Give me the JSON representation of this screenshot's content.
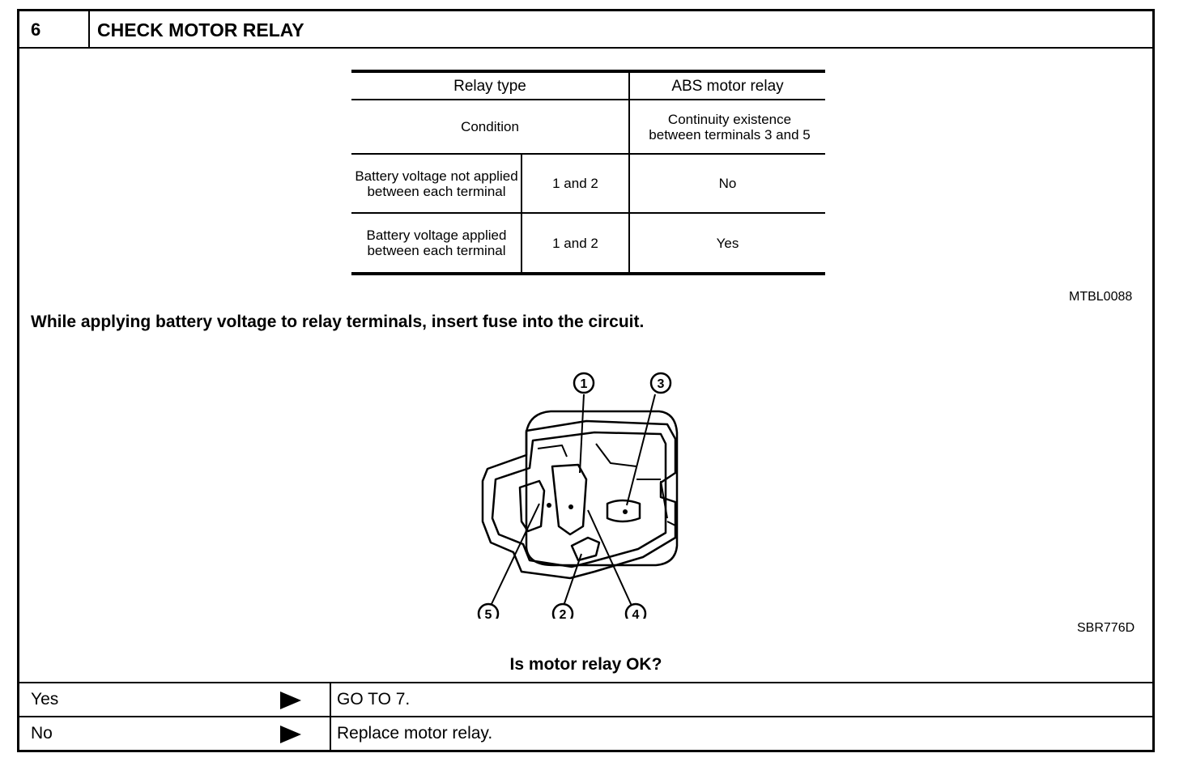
{
  "header": {
    "step_number": "6",
    "title": "CHECK MOTOR RELAY"
  },
  "relay_table": {
    "col1_header": "Relay type",
    "col2_header": "ABS motor relay",
    "condition_label": "Condition",
    "continuity_header": "Continuity existence between terminals 3 and 5",
    "rows": [
      {
        "condition": "Battery voltage not applied between each terminal",
        "terminals": "1 and 2",
        "result": "No"
      },
      {
        "condition": "Battery voltage applied between each terminal",
        "terminals": "1 and 2",
        "result": "Yes"
      }
    ],
    "ref_code": "MTBL0088"
  },
  "instruction": "While applying battery voltage to relay terminals, insert fuse into the circuit.",
  "figure": {
    "terminals": [
      "1",
      "2",
      "3",
      "4",
      "5"
    ],
    "ref_code": "SBR776D"
  },
  "question": "Is motor relay OK?",
  "answers": [
    {
      "label": "Yes",
      "action": "GO TO 7."
    },
    {
      "label": "No",
      "action": "Replace motor relay."
    }
  ]
}
